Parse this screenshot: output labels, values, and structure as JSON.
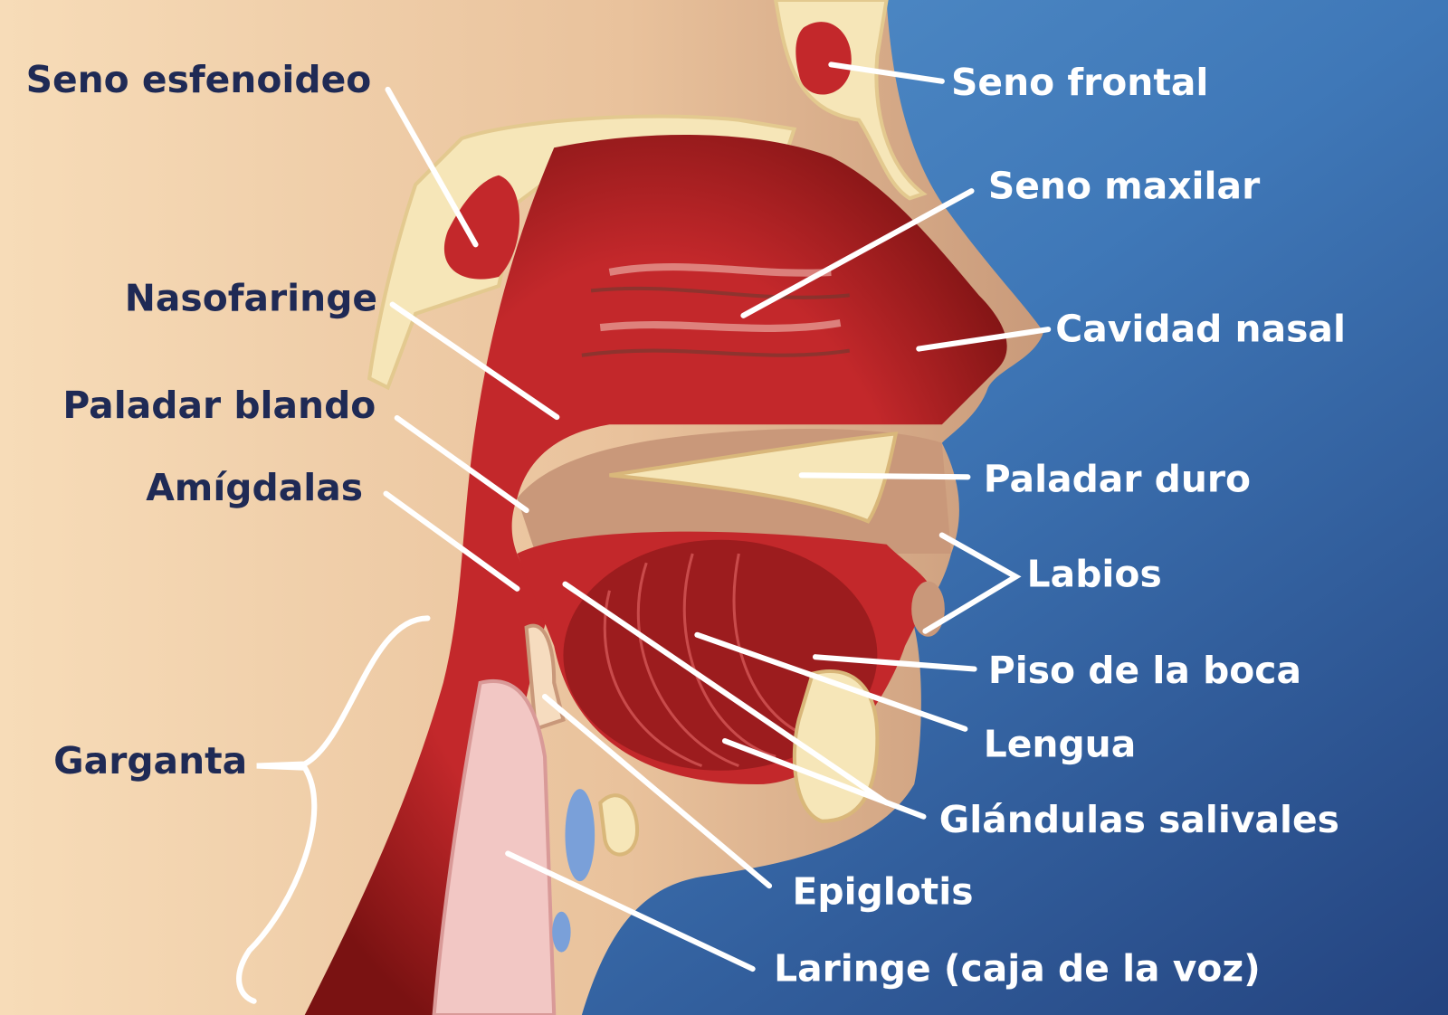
{
  "title": "Anatomía de la cabeza y el cuello",
  "colors": {
    "label_dark": "#1f2a55",
    "label_light": "#ffffff",
    "tissue_red": "#c3282b",
    "bone": "#f6e6b8",
    "skin": "#c9987a",
    "background_blue": "#3a6fb0"
  },
  "labels": {
    "seno_esfenoideo": "Seno esfenoideo",
    "seno_frontal": "Seno frontal",
    "seno_maxilar": "Seno maxilar",
    "nasofaringe": "Nasofaringe",
    "cavidad_nasal": "Cavidad nasal",
    "paladar_blando": "Paladar blando",
    "paladar_duro": "Paladar duro",
    "amigdalas": "Amígdalas",
    "labios": "Labios",
    "piso_de_la_boca": "Piso de la boca",
    "lengua": "Lengua",
    "garganta": "Garganta",
    "glandulas_salivales": "Glándulas salivales",
    "epiglotis": "Epiglotis",
    "laringe": "Laringe (caja de la voz)"
  }
}
